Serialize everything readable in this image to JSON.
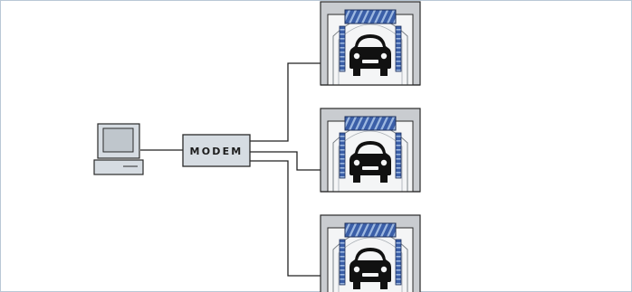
{
  "modem": {
    "label": "MODEM"
  },
  "colors": {
    "frame_border": "#b9c8d6",
    "device_fill": "#d6dce2",
    "device_stroke": "#2a2a2a",
    "screen": "#bfc6cc",
    "bay_wall": "#c9ccd0",
    "bay_inner": "#f4f5f6",
    "brush_blue": "#3b5fa8",
    "brush_light": "#9db8e0",
    "car": "#111111",
    "wire": "#222222"
  },
  "icons": {
    "terminal": "desktop-computer-icon",
    "modem": "modem-box",
    "wash_bay": "car-wash-bay-icon"
  },
  "wash_bays": [
    {
      "id": "bay-1"
    },
    {
      "id": "bay-2"
    },
    {
      "id": "bay-3"
    }
  ]
}
